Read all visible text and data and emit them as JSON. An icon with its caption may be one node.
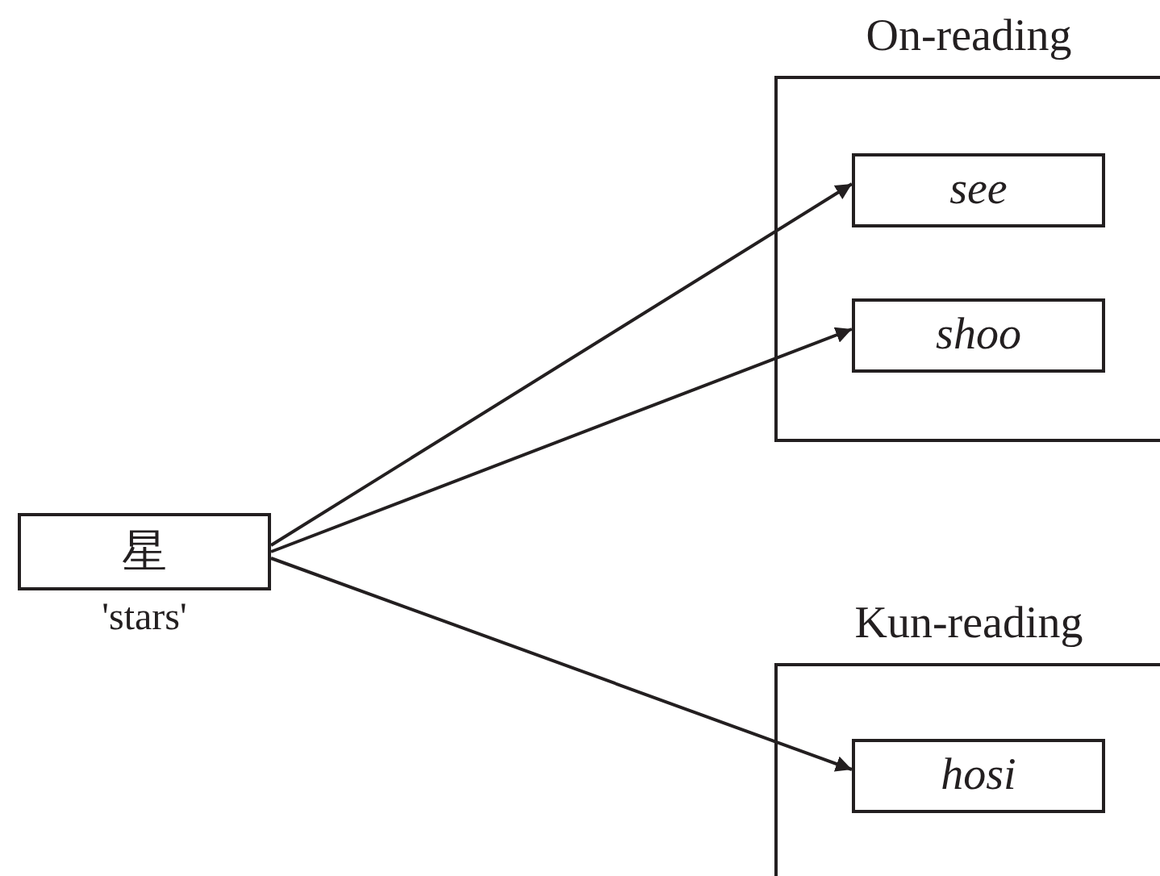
{
  "diagram": {
    "nodes": [
      {
        "text": [
          "On-reading"
        ]
      },
      {
        "text": [
          "see"
        ],
        "in": 0
      },
      {
        "text": [
          "shoo"
        ],
        "in": 0
      },
      {
        "text": [
          "星"
        ],
        "beside": [
          "'stars'"
        ]
      },
      {
        "text": [
          "Kun-reading"
        ]
      },
      {
        "text": [
          "hosi"
        ],
        "in": 4
      }
    ],
    "edges": [
      {
        "from": 3,
        "to": 1,
        "arrow": "to"
      },
      {
        "from": 3,
        "to": 2,
        "arrow": "to"
      },
      {
        "from": 3,
        "to": 5,
        "arrow": "to"
      }
    ]
  }
}
